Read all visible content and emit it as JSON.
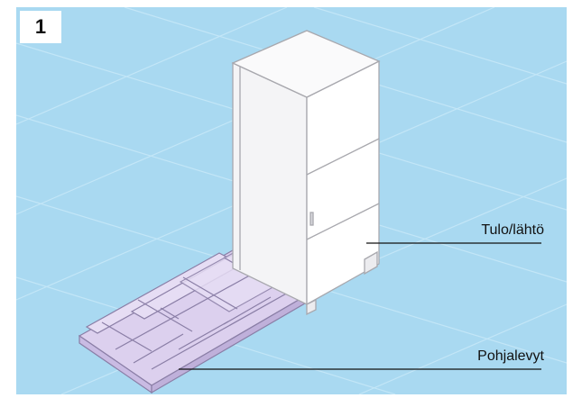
{
  "figure": {
    "step_number": "1",
    "labels": {
      "input_output": "Tulo/lähtö",
      "base_plates": "Pohjalevyt"
    }
  },
  "colors": {
    "background": "#a9d9f1",
    "grid_line": "#c3e6f7",
    "cabinet_fill": "#ffffff",
    "cabinet_outline": "#a8a8ae",
    "plate_fill": "#dcd0ee",
    "plate_outline": "#8a7ea6",
    "leader_line": "#111111"
  }
}
